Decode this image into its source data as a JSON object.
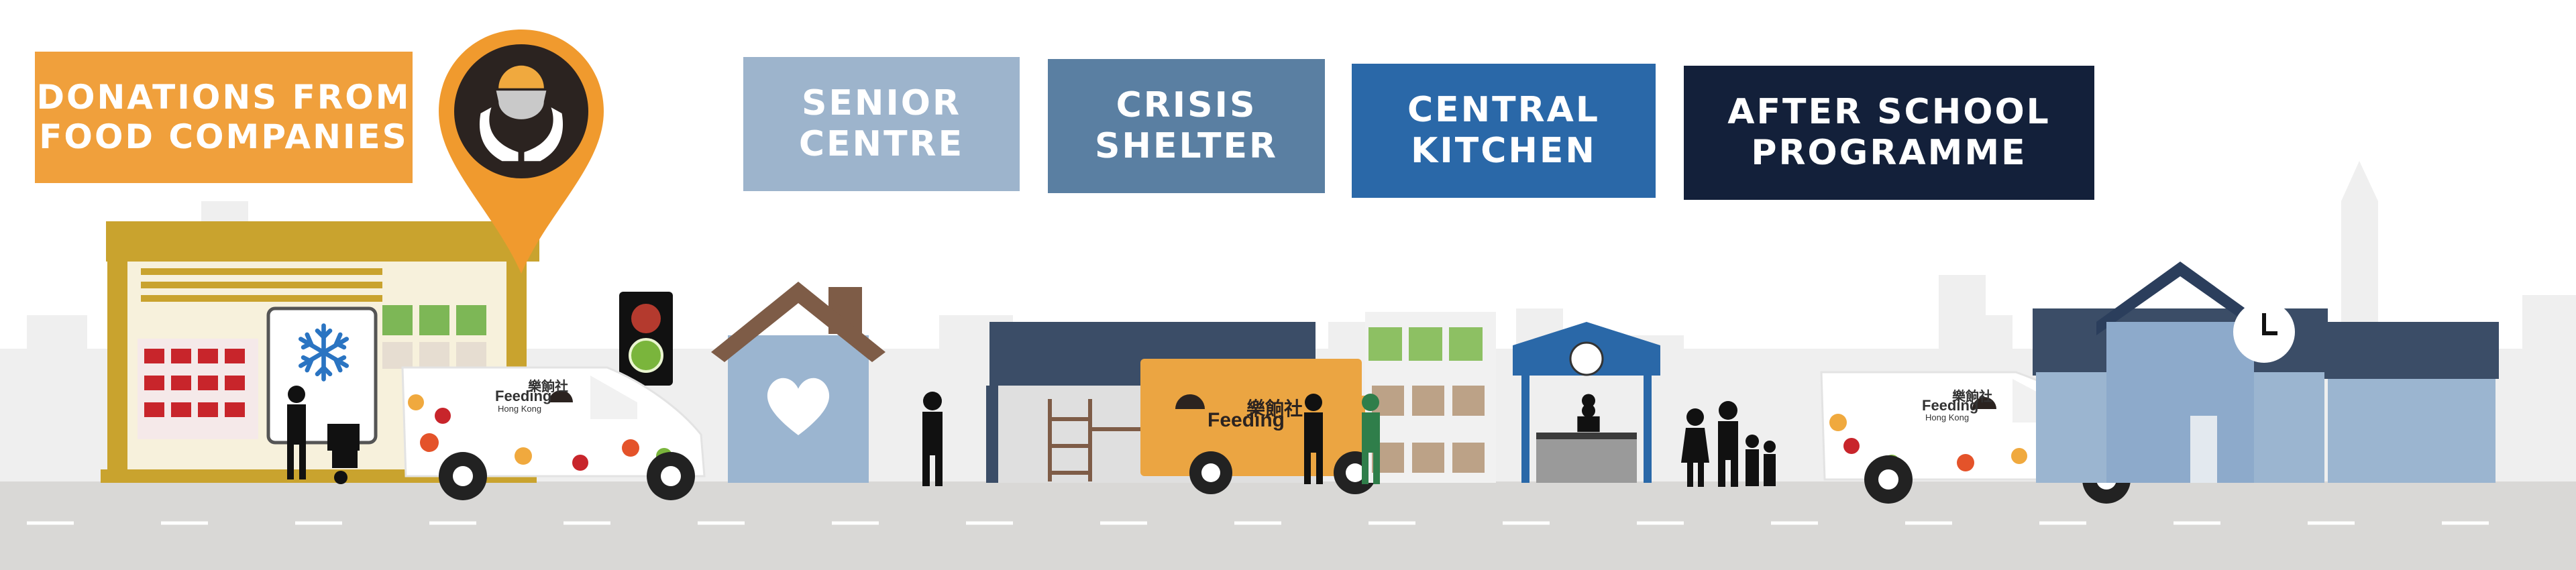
{
  "labels": {
    "donations": "DONATIONS FROM\nFOOD COMPANIES",
    "senior_centre": "SENIOR\nCENTRE",
    "crisis_shelter": "CRISIS\nSHELTER",
    "central_kitchen": "CENTRAL\nKITCHEN",
    "after_school": "AFTER SCHOOL\nPROGRAMME"
  },
  "brand": {
    "chinese": "樂餉社",
    "english": "Feeding",
    "sub": "Hong Kong"
  },
  "icons": [
    "location-pin-icon",
    "hands-bowl-icon",
    "snowflake-icon",
    "heart-icon",
    "clock-icon",
    "traffic-light-icon",
    "chef-icon"
  ],
  "colors": {
    "donations": "#F0A03C",
    "senior_centre": "#9DB4CC",
    "crisis_shelter": "#5A7FA2",
    "central_kitchen": "#2A68A8",
    "after_school": "#13203A",
    "road": "#D9D8D6",
    "van_orange": "#EBA542"
  }
}
